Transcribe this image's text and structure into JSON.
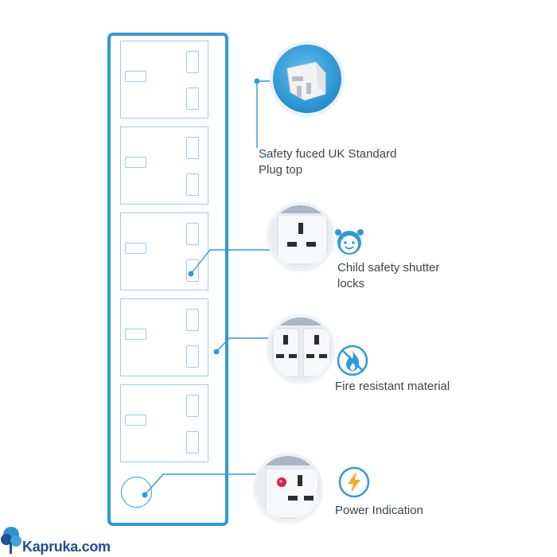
{
  "features": [
    {
      "label_line1": "Safety fuced UK Standard",
      "label_line2": "Plug top",
      "icon": "plug-photo"
    },
    {
      "label_line1": "Child safety shutter",
      "label_line2": "locks",
      "icon": "child-face-icon"
    },
    {
      "label_line1": "Fire resistant material",
      "label_line2": "",
      "icon": "flame-icon"
    },
    {
      "label_line1": "Power Indication",
      "label_line2": "",
      "icon": "lightning-icon"
    }
  ],
  "sockets_count": 5,
  "brand": {
    "name": "Kapruka.com"
  },
  "colors": {
    "accent": "#2e9bd9",
    "outline": "#9ccde9",
    "text": "#3a4650",
    "brand": "#1f4f97"
  }
}
